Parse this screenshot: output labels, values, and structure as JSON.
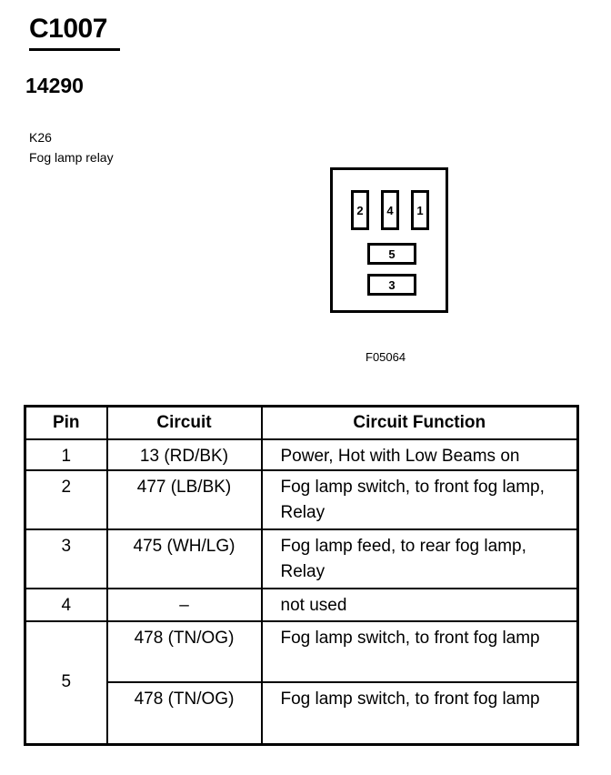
{
  "connector": {
    "id": "C1007",
    "part_number": "14290",
    "component_code": "K26",
    "component_name": "Fog lamp relay",
    "figure_code": "F05064"
  },
  "connector_face": {
    "pin_labels": [
      "2",
      "4",
      "1",
      "5",
      "3"
    ]
  },
  "pin_table": {
    "headers": [
      "Pin",
      "Circuit",
      "Circuit Function"
    ],
    "rows": [
      {
        "pin": "1",
        "circuit": "13 (RD/BK)",
        "function": "Power, Hot with Low Beams on"
      },
      {
        "pin": "2",
        "circuit": "477 (LB/BK)",
        "function": "Fog lamp switch, to front fog lamp, Relay"
      },
      {
        "pin": "3",
        "circuit": "475 (WH/LG)",
        "function": "Fog lamp feed, to rear fog lamp, Relay"
      },
      {
        "pin": "4",
        "circuit": "–",
        "function": "not used"
      },
      {
        "pin": "5",
        "circuit": "478 (TN/OG)",
        "function": "Fog lamp switch, to front fog lamp"
      },
      {
        "pin": "",
        "circuit": "478 (TN/OG)",
        "function": "Fog lamp switch, to front fog lamp"
      }
    ]
  }
}
